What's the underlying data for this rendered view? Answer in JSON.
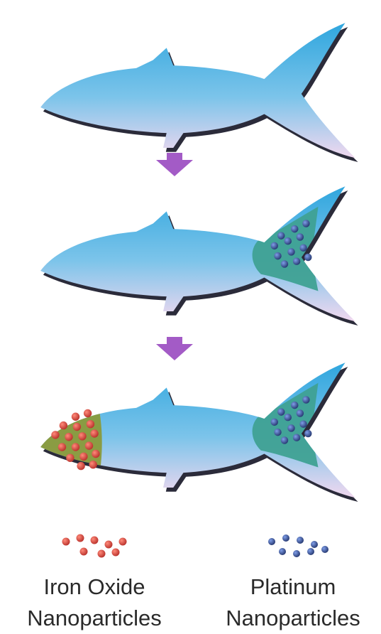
{
  "colors": {
    "fish_top": "#2fa6de",
    "fish_bottom": "#f1d8ef",
    "fish_outline": "#2b2b3a",
    "arrow": "#a35bc6",
    "platinum_region": "#3fa194",
    "platinum_particle": "#24366e",
    "iron_region": "#8a9a3a",
    "iron_particle": "#b8302a"
  },
  "stages": [
    {
      "platinum_coating": false,
      "iron_oxide_coating": false
    },
    {
      "platinum_coating": true,
      "iron_oxide_coating": false
    },
    {
      "platinum_coating": true,
      "iron_oxide_coating": true
    }
  ],
  "legend": {
    "iron_oxide": {
      "line1": "Iron Oxide",
      "line2": "Nanoparticles"
    },
    "platinum": {
      "line1": "Platinum",
      "line2": "Nanoparticles"
    }
  }
}
